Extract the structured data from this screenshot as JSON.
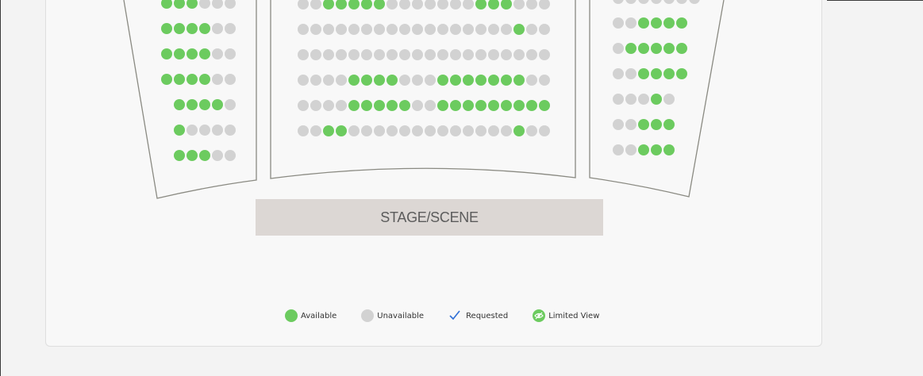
{
  "stage_label": "STAGE/SCENE",
  "colors": {
    "available": "#6ccb5f",
    "unavailable": "#d2d2d2",
    "requested": "#2f6fd6",
    "section_outline": "#8a8a82"
  },
  "legend": {
    "available": "Available",
    "unavailable": "Unavailable",
    "requested": "Requested",
    "limited_view": "Limited View"
  },
  "seat_status_codes": {
    "A": "available",
    "U": "unavailable"
  },
  "sections": {
    "left": {
      "rows": [
        "AAAUUU",
        "AAAAUU",
        "AAAAUU",
        "AAAAUU",
        "AAAAU",
        "AUUUU",
        "AAAUU"
      ]
    },
    "center": {
      "rows": [
        "UUAAAAAUUUUUUUAAAUUU",
        "UUUUUUUUUUUUUUUUUAUU",
        "UUUUUUUUUUUUUUUUUUUU",
        "UUUUAAAAUUUAAAAAAAUU",
        "UUUUAAAAAUUAAAAAAAAA",
        "UUAAUUUUUUUUUUUUUAUU"
      ]
    },
    "right": {
      "rows": [
        "UUUUUUU",
        "UUAAAA",
        "UAAAAA",
        "UUAAAA",
        "UUUAU",
        "UUAAA",
        "UUAAA"
      ]
    }
  }
}
